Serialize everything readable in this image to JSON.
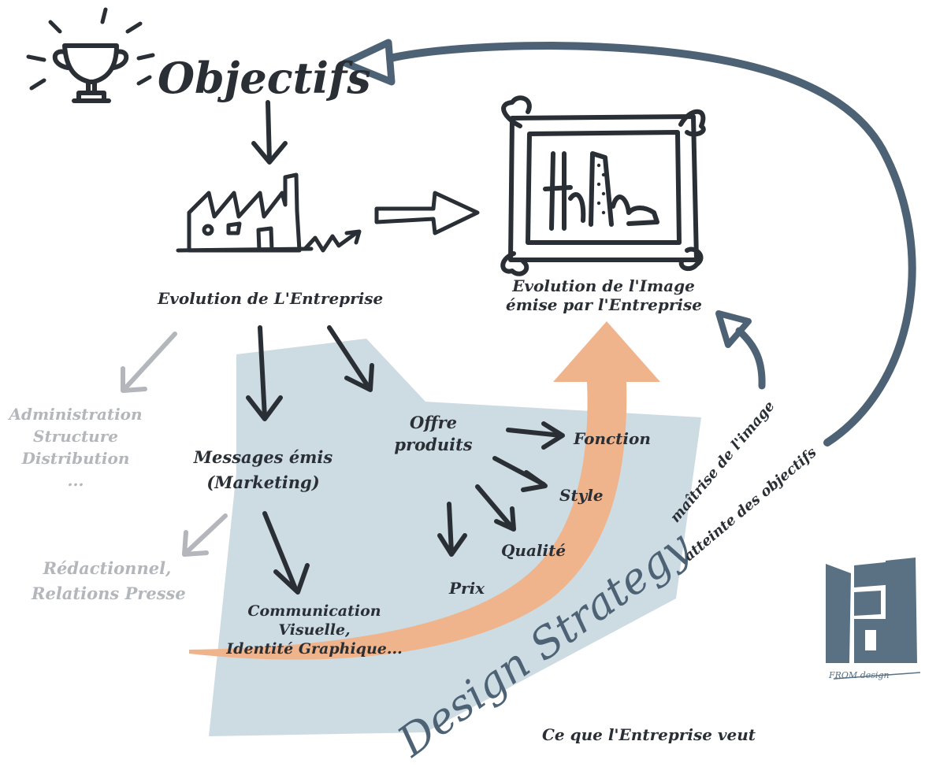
{
  "title": "Objectifs",
  "labels": {
    "evolution_entreprise": "Evolution de L'Entreprise",
    "evolution_image_line1": "Evolution de l'Image",
    "evolution_image_line2": "émise par l'Entreprise",
    "admin_lines": [
      "Administration",
      "Structure",
      "Distribution",
      "..."
    ],
    "redac_lines": [
      "Rédactionnel,",
      "Relations Presse"
    ],
    "messages_lines": [
      "Messages émis",
      "(Marketing)"
    ],
    "offre_lines": [
      "Offre",
      "produits"
    ],
    "communication_lines": [
      "Communication",
      "Visuelle,",
      "Identité Graphique..."
    ],
    "fonction": "Fonction",
    "style": "Style",
    "qualite": "Qualité",
    "prix": "Prix",
    "design_strategy": "Design Strategy",
    "maitrise": "maîtrise de l'image",
    "atteinte": "atteinte des objectifs",
    "bottom_caption": "Ce que l'Entreprise veut"
  },
  "logo": {
    "text": "FROM design"
  },
  "colors": {
    "ink": "#2a2f35",
    "arrow_blue": "#4d6274",
    "panel": "#cddbe3",
    "orange": "#f0b48c",
    "gray": "#b3b6ba"
  }
}
